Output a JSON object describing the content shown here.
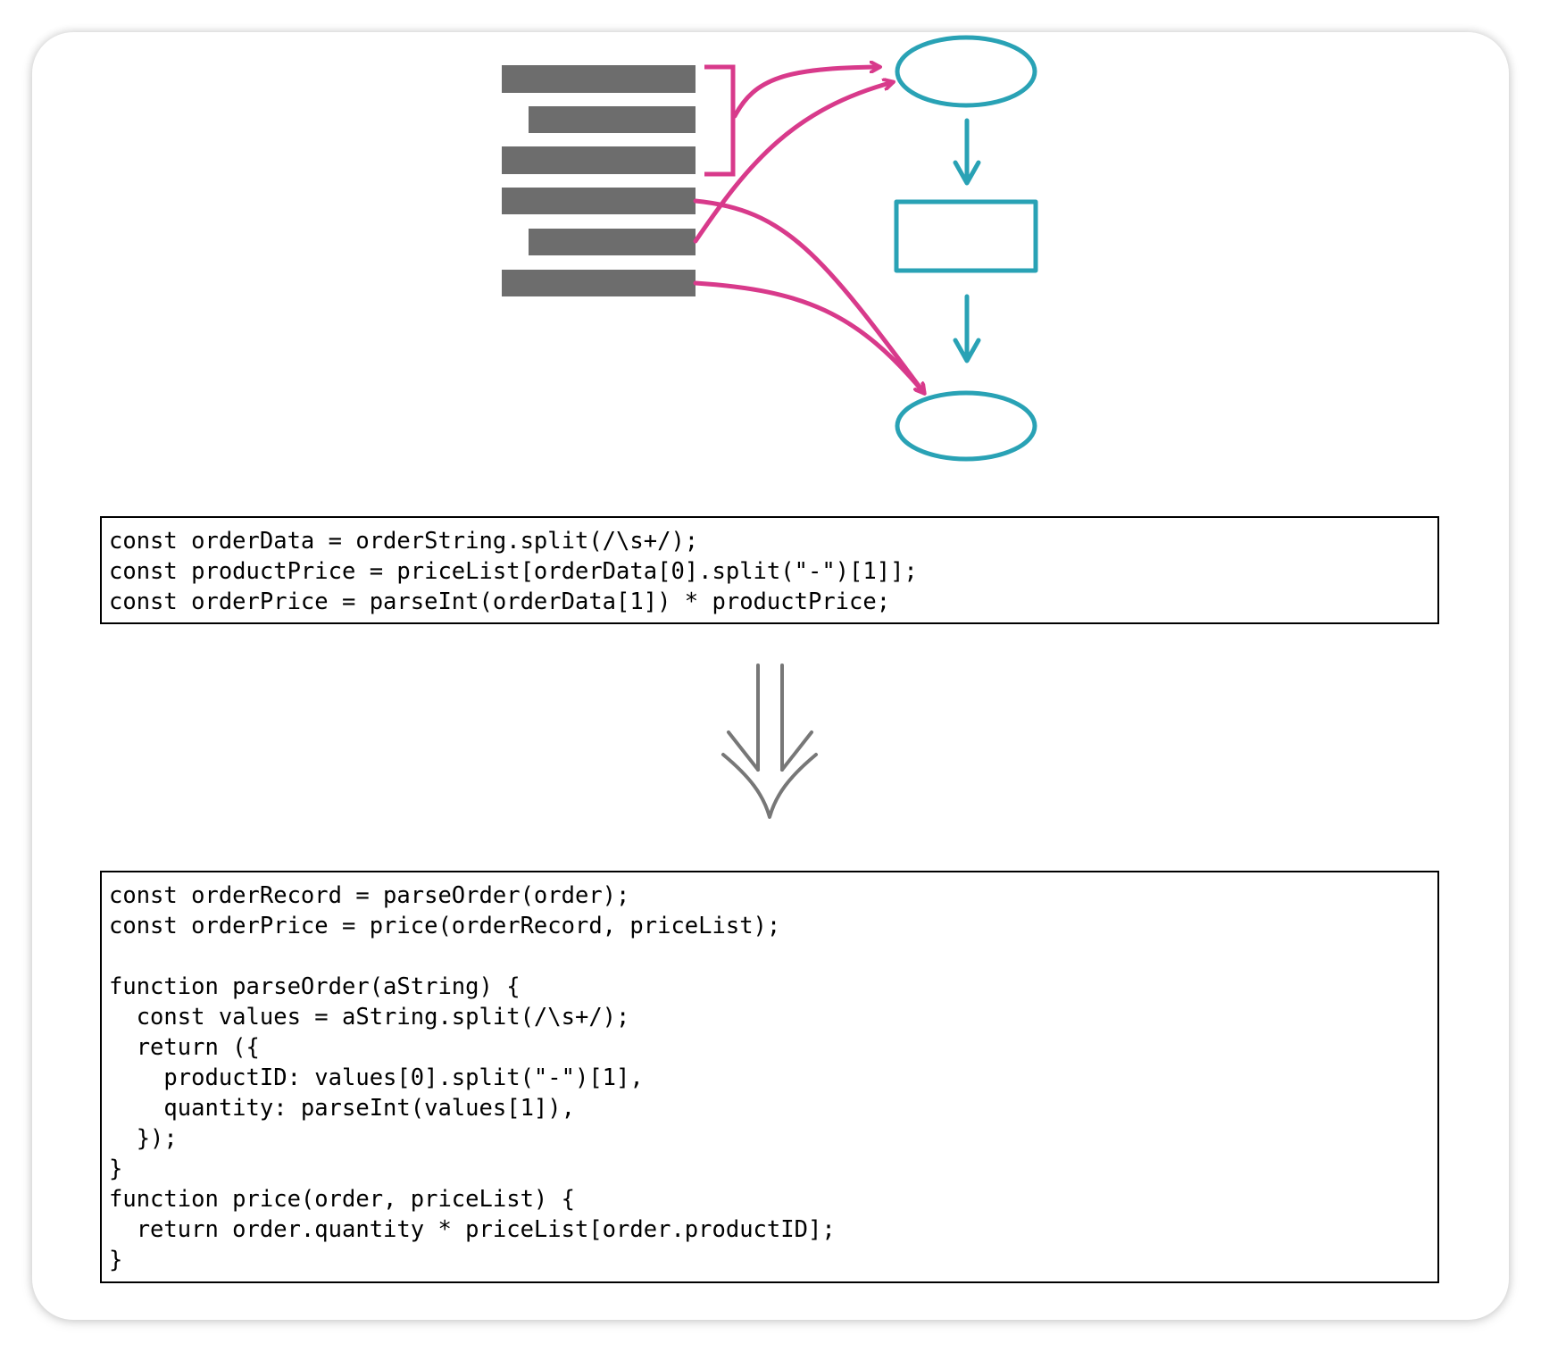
{
  "colors": {
    "teal": "#29a2b5",
    "magenta": "#d83a8b",
    "block_gray": "#6d6d6d",
    "gray_arrow": "#777777"
  },
  "icons": {
    "refactor_arrow": "double-down-arrow-icon"
  },
  "code_before": [
    "const orderData = orderString.split(/\\s+/);",
    "const productPrice = priceList[orderData[0].split(\"-\")[1]];",
    "const orderPrice = parseInt(orderData[1]) * productPrice;"
  ],
  "code_after": [
    "const orderRecord = parseOrder(order);",
    "const orderPrice = price(orderRecord, priceList);",
    "",
    "function parseOrder(aString) {",
    "  const values = aString.split(/\\s+/);",
    "  return ({",
    "    productID: values[0].split(\"-\")[1],",
    "    quantity: parseInt(values[1]),",
    "  });",
    "}",
    "function price(order, priceList) {",
    "  return order.quantity * priceList[order.productID];",
    "}"
  ]
}
